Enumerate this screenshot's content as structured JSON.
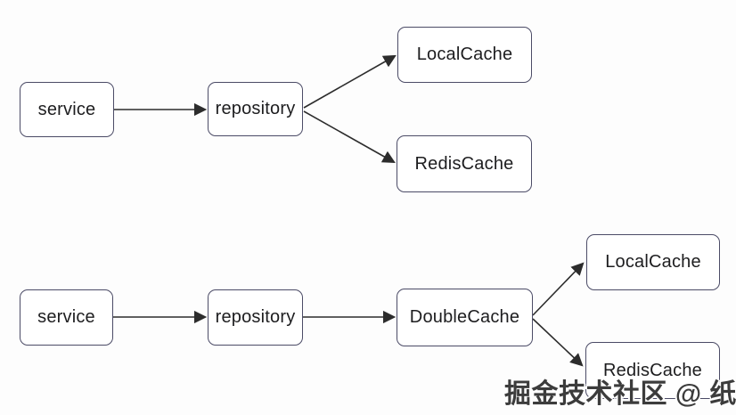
{
  "diagrams": [
    {
      "name": "single-cache-flow",
      "nodes": [
        {
          "id": "service",
          "label": "service"
        },
        {
          "id": "repository",
          "label": "repository"
        },
        {
          "id": "local_cache",
          "label": "LocalCache"
        },
        {
          "id": "redis_cache",
          "label": "RedisCache"
        }
      ],
      "edges": [
        {
          "from": "service",
          "to": "repository"
        },
        {
          "from": "repository",
          "to": "local_cache"
        },
        {
          "from": "repository",
          "to": "redis_cache"
        }
      ]
    },
    {
      "name": "double-cache-flow",
      "nodes": [
        {
          "id": "service",
          "label": "service"
        },
        {
          "id": "repository",
          "label": "repository"
        },
        {
          "id": "double_cache",
          "label": "DoubleCache"
        },
        {
          "id": "local_cache",
          "label": "LocalCache"
        },
        {
          "id": "redis_cache",
          "label": "RedisCache"
        }
      ],
      "edges": [
        {
          "from": "service",
          "to": "repository"
        },
        {
          "from": "repository",
          "to": "double_cache"
        },
        {
          "from": "double_cache",
          "to": "local_cache"
        },
        {
          "from": "double_cache",
          "to": "redis_cache"
        }
      ]
    }
  ],
  "watermark": "掘金技术社区 @ 纸月",
  "colors": {
    "background": "#fdfdfd",
    "box_fill": "#ffffff",
    "box_border": "#4b4b66",
    "text": "#1d1d1f",
    "arrow": "#2c2c2c",
    "watermark_text": "#3c3c3c",
    "watermark_outline": "#ffffff"
  }
}
